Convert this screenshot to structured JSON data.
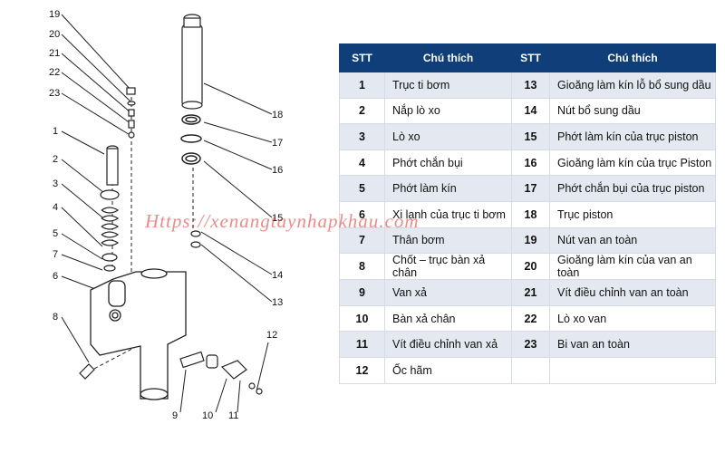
{
  "table": {
    "headers": [
      "STT",
      "Chú thích",
      "STT",
      "Chú thích"
    ],
    "rows": [
      {
        "n1": "1",
        "d1": "Trục ti bơm",
        "n2": "13",
        "d2": "Gioăng làm kín lỗ bổ sung dầu"
      },
      {
        "n1": "2",
        "d1": "Nắp lò xo",
        "n2": "14",
        "d2": "Nút bổ sung dầu"
      },
      {
        "n1": "3",
        "d1": "Lò xo",
        "n2": "15",
        "d2": "Phớt làm kín của trục piston"
      },
      {
        "n1": "4",
        "d1": "Phớt chắn bụi",
        "n2": "16",
        "d2": "Gioăng làm kín của trục Piston"
      },
      {
        "n1": "5",
        "d1": "Phớt làm kín",
        "n2": "17",
        "d2": "Phớt chắn bụi của trục piston"
      },
      {
        "n1": "6",
        "d1": "Xi lanh của trục ti bơm",
        "n2": "18",
        "d2": "Trục piston"
      },
      {
        "n1": "7",
        "d1": "Thân bơm",
        "n2": "19",
        "d2": "Nút van an toàn"
      },
      {
        "n1": "8",
        "d1": "Chốt – trục bàn xả chân",
        "n2": "20",
        "d2": "Gioăng làm kín của van an toàn"
      },
      {
        "n1": "9",
        "d1": "Van xả",
        "n2": "21",
        "d2": "Vít điều chỉnh van an toàn"
      },
      {
        "n1": "10",
        "d1": "Bàn xả chân",
        "n2": "22",
        "d2": "Lò xo van"
      },
      {
        "n1": "11",
        "d1": "Vít điều chỉnh van xả",
        "n2": "23",
        "d2": "Bi van an toàn"
      },
      {
        "n1": "12",
        "d1": "Ốc hãm",
        "n2": "",
        "d2": ""
      }
    ]
  },
  "diagram": {
    "callouts": [
      "19",
      "20",
      "21",
      "22",
      "23",
      "1",
      "2",
      "3",
      "4",
      "5",
      "7",
      "6",
      "8",
      "18",
      "17",
      "16",
      "15",
      "14",
      "13",
      "12",
      "9",
      "10",
      "11"
    ]
  },
  "watermark": "Https://xenangtaynhapkhau.com"
}
